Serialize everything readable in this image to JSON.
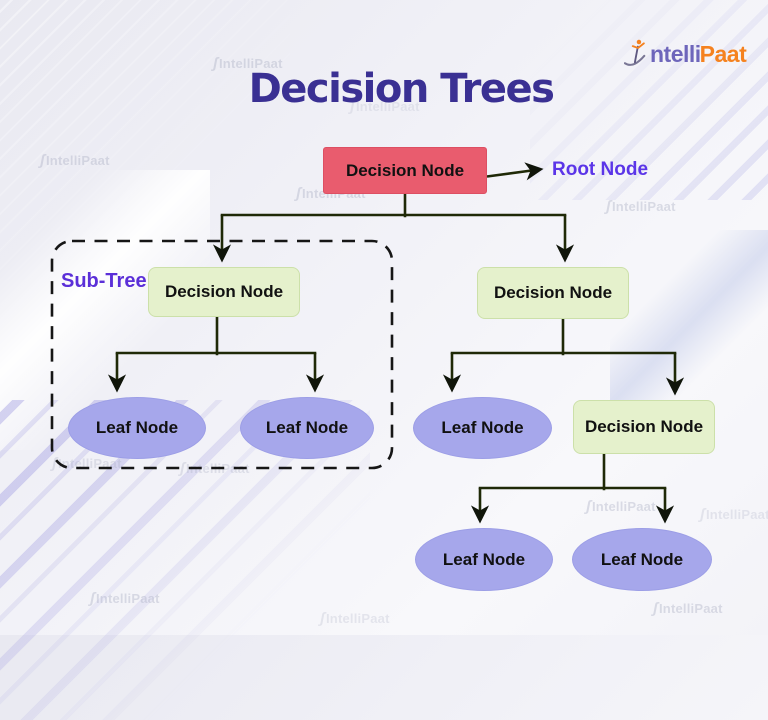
{
  "title": "Decision Trees",
  "logo": {
    "icon": "person-swoosh",
    "text_blue": "ntelli",
    "text_orange": "Paat"
  },
  "watermark": {
    "figure_glyph": "ʃ",
    "text": "IntelliPaat"
  },
  "annotations": {
    "root_pointer": "Root Node",
    "subtree": "Sub-Tree"
  },
  "tree": {
    "root": {
      "label": "Decision Node",
      "type": "root-decision"
    },
    "left_decision": {
      "label": "Decision Node",
      "type": "decision"
    },
    "left_leaf_1": {
      "label": "Leaf Node",
      "type": "leaf"
    },
    "left_leaf_2": {
      "label": "Leaf Node",
      "type": "leaf"
    },
    "right_decision": {
      "label": "Decision Node",
      "type": "decision"
    },
    "right_leaf": {
      "label": "Leaf Node",
      "type": "leaf"
    },
    "right_sub_decision": {
      "label": "Decision Node",
      "type": "decision"
    },
    "bottom_leaf_1": {
      "label": "Leaf Node",
      "type": "leaf"
    },
    "bottom_leaf_2": {
      "label": "Leaf Node",
      "type": "leaf"
    }
  },
  "colors": {
    "title_text": "#3a3093",
    "root_node_fill": "#e95c6e",
    "root_node_border": "#dd4f63",
    "decision_fill": "#e5f1cc",
    "decision_border": "#cce0a9",
    "leaf_fill": "#a6a7eb",
    "leaf_border": "#9c9ee6",
    "annotation_text": "#5b32e0",
    "connector_line": "#1f2907",
    "logo_blue": "#6e66bb",
    "logo_orange": "#f5821f"
  }
}
